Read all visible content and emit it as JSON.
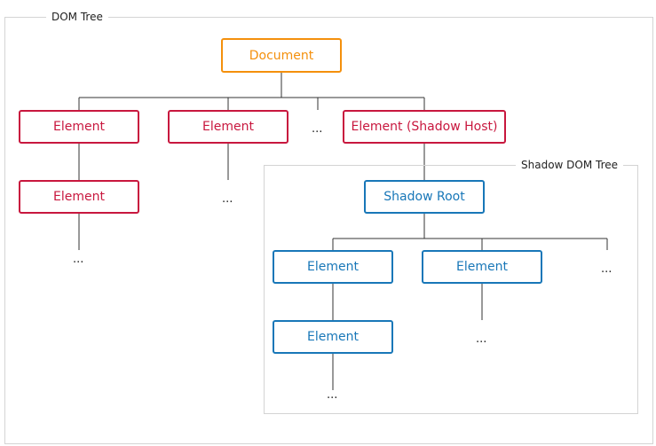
{
  "dom_tree": {
    "label": "DOM Tree",
    "document": "Document",
    "element_1": "Element",
    "element_1_child": "Element",
    "element_2": "Element",
    "shadow_host": "Element (Shadow Host)",
    "ellipsis": "..."
  },
  "shadow_tree": {
    "label": "Shadow DOM Tree",
    "root": "Shadow Root",
    "element_1": "Element",
    "element_1_child": "Element",
    "element_2": "Element",
    "ellipsis": "..."
  },
  "colors": {
    "document": "#f4900c",
    "element": "#c8173e",
    "shadow": "#1877b8",
    "connector": "#333333",
    "frame": "#d4d4d4"
  }
}
